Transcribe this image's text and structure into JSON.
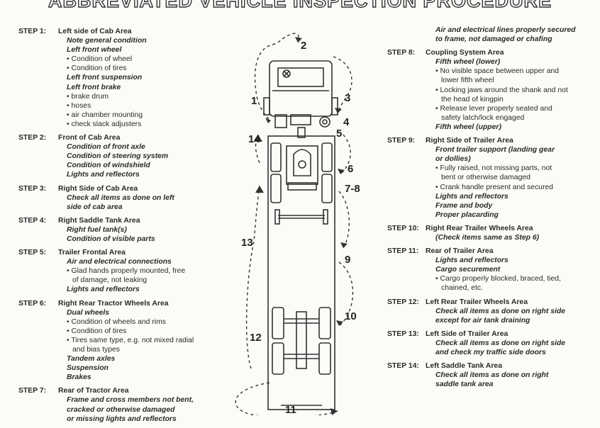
{
  "title": "ABBREVIATED VEHICLE INSPECTION PROCEDURE",
  "left_steps": [
    {
      "num": "STEP 1:",
      "title": "Left side of Cab Area",
      "lines": [
        {
          "t": "Note general condition",
          "s": "it"
        },
        {
          "t": "Left front wheel",
          "s": "it"
        },
        {
          "t": "Condition of wheel",
          "s": "bul"
        },
        {
          "t": "Condition of tires",
          "s": "bul"
        },
        {
          "t": "Left front suspension",
          "s": "it"
        },
        {
          "t": "Left front brake",
          "s": "it"
        },
        {
          "t": "brake drum",
          "s": "bul"
        },
        {
          "t": "hoses",
          "s": "bul"
        },
        {
          "t": "air chamber mounting",
          "s": "bul"
        },
        {
          "t": "check slack adjusters",
          "s": "bul"
        }
      ]
    },
    {
      "num": "STEP 2:",
      "title": "Front of Cab Area",
      "lines": [
        {
          "t": "Condition of front axle",
          "s": "it"
        },
        {
          "t": "Condition of steering system",
          "s": "it"
        },
        {
          "t": "Condition of windshield",
          "s": "it"
        },
        {
          "t": "Lights and reflectors",
          "s": "it"
        }
      ]
    },
    {
      "num": "STEP 3:",
      "title": "Right Side of Cab Area",
      "lines": [
        {
          "t": "Check all items as done on left",
          "s": "it"
        },
        {
          "t": "side of cab area",
          "s": "it"
        }
      ]
    },
    {
      "num": "STEP 4:",
      "title": "Right Saddle Tank Area",
      "lines": [
        {
          "t": "Right fuel tank(s)",
          "s": "it"
        },
        {
          "t": "Condition of visible parts",
          "s": "it"
        }
      ]
    },
    {
      "num": "STEP 5:",
      "title": "Trailer Frontal Area",
      "lines": [
        {
          "t": "Air and electrical connections",
          "s": "it"
        },
        {
          "t": "Glad hands properly mounted, free",
          "s": "bul"
        },
        {
          "t": "of damage, not leaking",
          "s": "cont"
        },
        {
          "t": "Lights and reflectors",
          "s": "it"
        }
      ]
    },
    {
      "num": "STEP 6:",
      "title": "Right Rear Tractor Wheels Area",
      "lines": [
        {
          "t": "Dual wheels",
          "s": "it"
        },
        {
          "t": "Condition of wheels and rims",
          "s": "bul"
        },
        {
          "t": "Condition of tires",
          "s": "bul"
        },
        {
          "t": "Tires same type, e.g. not mixed radial",
          "s": "bul"
        },
        {
          "t": "and bias types",
          "s": "cont"
        },
        {
          "t": "Tandem axles",
          "s": "it"
        },
        {
          "t": "Suspension",
          "s": "it"
        },
        {
          "t": "Brakes",
          "s": "it"
        }
      ]
    },
    {
      "num": "STEP 7:",
      "title": "Rear of Tractor Area",
      "lines": [
        {
          "t": "Frame and cross members not bent,",
          "s": "it"
        },
        {
          "t": "cracked or otherwise damaged",
          "s": "it"
        },
        {
          "t": "or missing lights and reflectors",
          "s": "it"
        }
      ]
    }
  ],
  "right_intro": [
    {
      "t": "Air and electrical lines properly secured",
      "s": "it"
    },
    {
      "t": "to frame, not damaged or chafing",
      "s": "it"
    }
  ],
  "right_steps": [
    {
      "num": "STEP 8:",
      "title": "Coupling System Area",
      "lines": [
        {
          "t": "Fifth wheel (lower)",
          "s": "it"
        },
        {
          "t": "No visible space between upper and",
          "s": "bul"
        },
        {
          "t": "lower fifth wheel",
          "s": "cont"
        },
        {
          "t": "Locking jaws around the shank and not",
          "s": "bul"
        },
        {
          "t": "the head of kingpin",
          "s": "cont"
        },
        {
          "t": "Release lever properly seated and",
          "s": "bul"
        },
        {
          "t": "safety latch/lock engaged",
          "s": "cont"
        },
        {
          "t": "Fifth wheel (upper)",
          "s": "it"
        }
      ]
    },
    {
      "num": "STEP 9:",
      "title": "Right Side of Trailer Area",
      "lines": [
        {
          "t": "Front trailer support (landing gear",
          "s": "it"
        },
        {
          "t": "or dollies)",
          "s": "it"
        },
        {
          "t": "Fully raised, not missing parts, not",
          "s": "bul"
        },
        {
          "t": "bent or otherwise damaged",
          "s": "cont"
        },
        {
          "t": "Crank handle present and secured",
          "s": "bul"
        },
        {
          "t": "Lights and reflectors",
          "s": "it"
        },
        {
          "t": "Frame and body",
          "s": "it"
        },
        {
          "t": "Proper placarding",
          "s": "it"
        }
      ]
    },
    {
      "num": "STEP 10:",
      "title": "Right Rear Trailer Wheels Area",
      "lines": [
        {
          "t": "(Check items same as Step 6)",
          "s": "it"
        }
      ]
    },
    {
      "num": "STEP 11:",
      "title": "Rear of Trailer Area",
      "lines": [
        {
          "t": "Lights and reflectors",
          "s": "it"
        },
        {
          "t": "Cargo securement",
          "s": "it"
        },
        {
          "t": "Cargo properly blocked, braced, tied,",
          "s": "bul"
        },
        {
          "t": "chained, etc.",
          "s": "cont"
        }
      ]
    },
    {
      "num": "STEP 12:",
      "title": "Left Rear Trailer Wheels Area",
      "lines": [
        {
          "t": "Check all items as done on right side",
          "s": "it"
        },
        {
          "t": "except for air tank draining",
          "s": "it"
        }
      ]
    },
    {
      "num": "STEP 13:",
      "title": "Left Side of Trailer Area",
      "lines": [
        {
          "t": "Check all items as done on right side",
          "s": "it"
        },
        {
          "t": "and check my traffic side doors",
          "s": "it"
        }
      ]
    },
    {
      "num": "STEP 14:",
      "title": "Left Saddle Tank Area",
      "lines": [
        {
          "t": "Check all items as done on right",
          "s": "it"
        },
        {
          "t": "saddle tank area",
          "s": "it"
        }
      ]
    }
  ],
  "diagram_labels": [
    "1",
    "2",
    "3",
    "4",
    "5",
    "6",
    "7-8",
    "9",
    "10",
    "11",
    "12",
    "13",
    "14"
  ]
}
